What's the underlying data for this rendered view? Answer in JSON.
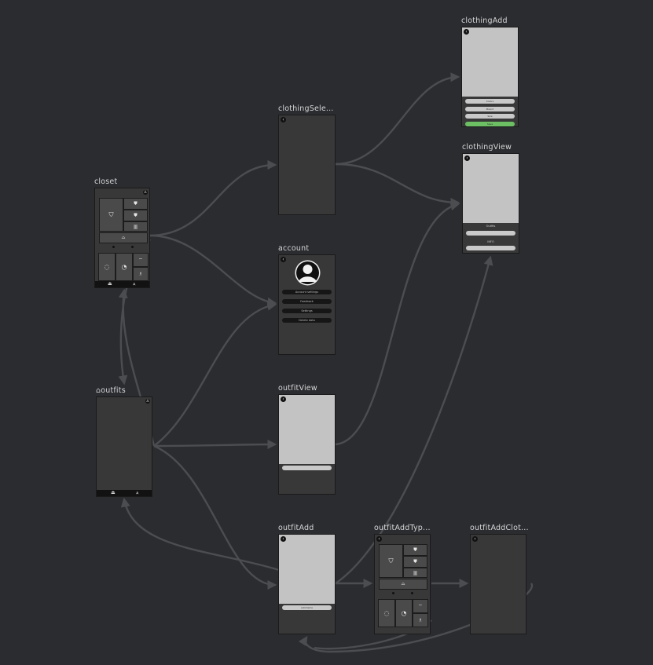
{
  "screens": {
    "closet": {
      "title": "closet"
    },
    "outfits": {
      "title": "outfits",
      "home_glyph": "⌂"
    },
    "clothingSelect": {
      "title": "clothingSele..."
    },
    "account": {
      "title": "account",
      "buttons": [
        "Account settings",
        "Feedback",
        "Settings",
        "Delete data"
      ]
    },
    "outfitView": {
      "title": "outfitView"
    },
    "outfitAdd": {
      "title": "outfitAdd",
      "button": "add items"
    },
    "outfitAddType": {
      "title": "outfitAddTyp..."
    },
    "outfitAddClothing": {
      "title": "outfitAddClot..."
    },
    "clothingAdd": {
      "title": "clothingAdd",
      "fields": [
        "Colors",
        "Brand",
        "Size"
      ],
      "save_label": "Save"
    },
    "clothingView": {
      "title": "clothingView",
      "labels": [
        "Outfits",
        "INFO"
      ]
    }
  },
  "colors": {
    "background": "#2b2c30",
    "frame": "#383838",
    "connector": "#4c4d51",
    "save": "#6cbf63"
  },
  "icons": [
    "back-icon",
    "profile-icon",
    "jacket-icon",
    "shirt-icon",
    "pants-icon",
    "shoes-icon",
    "necklace-icon",
    "ring-icon",
    "hat-icon",
    "accessory-icon",
    "hanger-icon",
    "home-icon"
  ]
}
